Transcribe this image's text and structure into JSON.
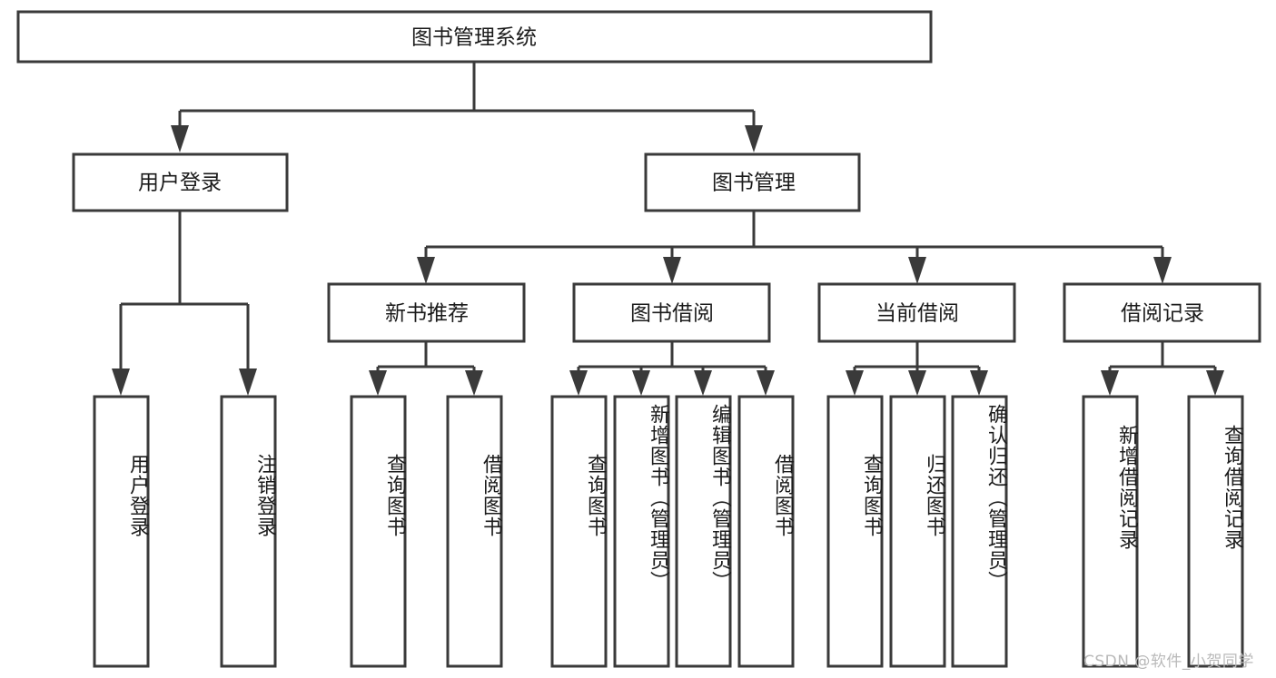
{
  "diagram": {
    "type": "tree-hierarchy-flowchart",
    "title": "图书管理系统",
    "root": {
      "label": "图书管理系统",
      "children": [
        {
          "label": "用户登录",
          "children": [
            {
              "label": "用户登录"
            },
            {
              "label": "注销登录"
            }
          ]
        },
        {
          "label": "图书管理",
          "children": [
            {
              "label": "新书推荐",
              "children": [
                {
                  "label": "查询图书"
                },
                {
                  "label": "借阅图书"
                }
              ]
            },
            {
              "label": "图书借阅",
              "children": [
                {
                  "label": "查询图书"
                },
                {
                  "label": "新增图书（管理员）"
                },
                {
                  "label": "编辑图书（管理员）"
                },
                {
                  "label": "借阅图书"
                }
              ]
            },
            {
              "label": "当前借阅",
              "children": [
                {
                  "label": "查询图书"
                },
                {
                  "label": "归还图书"
                },
                {
                  "label": "确认归还（管理员）"
                }
              ]
            },
            {
              "label": "借阅记录",
              "children": [
                {
                  "label": "新增借阅记录"
                },
                {
                  "label": "查询借阅记录"
                }
              ]
            }
          ]
        }
      ]
    },
    "nodes": {
      "root": {
        "label": "图书管理系统"
      },
      "level2": [
        {
          "label": "用户登录"
        },
        {
          "label": "图书管理"
        }
      ],
      "level3": [
        {
          "label": "新书推荐"
        },
        {
          "label": "图书借阅"
        },
        {
          "label": "当前借阅"
        },
        {
          "label": "借阅记录"
        }
      ],
      "leaves": [
        {
          "label": "用户登录"
        },
        {
          "label": "注销登录"
        },
        {
          "label": "查询图书"
        },
        {
          "label": "借阅图书"
        },
        {
          "label": "查询图书"
        },
        {
          "label": "新增图书（管理员）"
        },
        {
          "label": "编辑图书（管理员）"
        },
        {
          "label": "借阅图书"
        },
        {
          "label": "查询图书"
        },
        {
          "label": "归还图书"
        },
        {
          "label": "确认归还（管理员）"
        },
        {
          "label": "新增借阅记录"
        },
        {
          "label": "查询借阅记录"
        }
      ]
    },
    "colors": {
      "box_stroke": "#3a3a3a",
      "box_fill": "#ffffff",
      "connector": "#3a3a3a",
      "text": "#1b1b1b",
      "background": "#ffffff",
      "watermark": "#b9b9b9"
    }
  },
  "watermark": {
    "text": "CSDN @软件_小贺同学"
  }
}
